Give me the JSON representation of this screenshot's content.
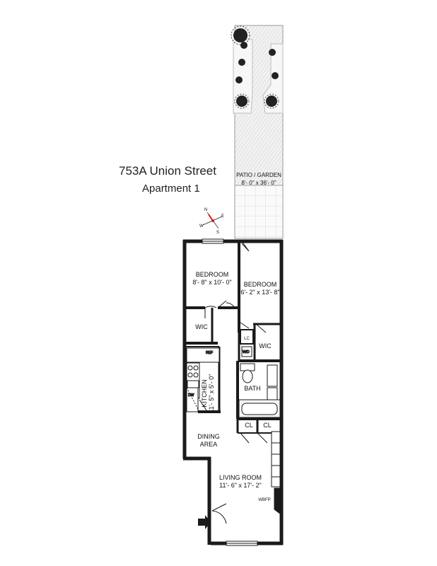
{
  "header": {
    "address": "753A Union Street",
    "unit": "Apartment 1"
  },
  "compass": {
    "n": "N",
    "e": "E",
    "s": "S",
    "w": "W"
  },
  "rooms": {
    "patio": {
      "name": "PATIO / GARDEN",
      "dims": "8'- 0\" x 36'- 0\""
    },
    "bedroom1": {
      "name": "BEDROOM",
      "dims": "8'- 8\" x 10'- 0\""
    },
    "bedroom2": {
      "name": "BEDROOM",
      "dims": "6'- 2\" x 13'- 8\""
    },
    "wic1": {
      "name": "WIC"
    },
    "wic2": {
      "name": "WIC"
    },
    "lc": {
      "name": "LC"
    },
    "wd": {
      "name": "W/D"
    },
    "ref": {
      "name": "REF"
    },
    "dw": {
      "name": "DW"
    },
    "kitchen": {
      "name": "KITCHEN",
      "dims": "11'- 5\" x 5'- 0\""
    },
    "bath": {
      "name": "BATH"
    },
    "cl1": {
      "name": "CL"
    },
    "cl2": {
      "name": "CL"
    },
    "dining": {
      "line1": "DINING",
      "line2": "AREA"
    },
    "living": {
      "name": "LIVING ROOM",
      "dims": "11'- 6\" x 17'- 2\""
    },
    "wbfp": {
      "name": "WBFP"
    }
  },
  "colors": {
    "wall": "#1a1a1a",
    "paving": "#d9d9d9",
    "accent_red": "#d11f1f"
  }
}
